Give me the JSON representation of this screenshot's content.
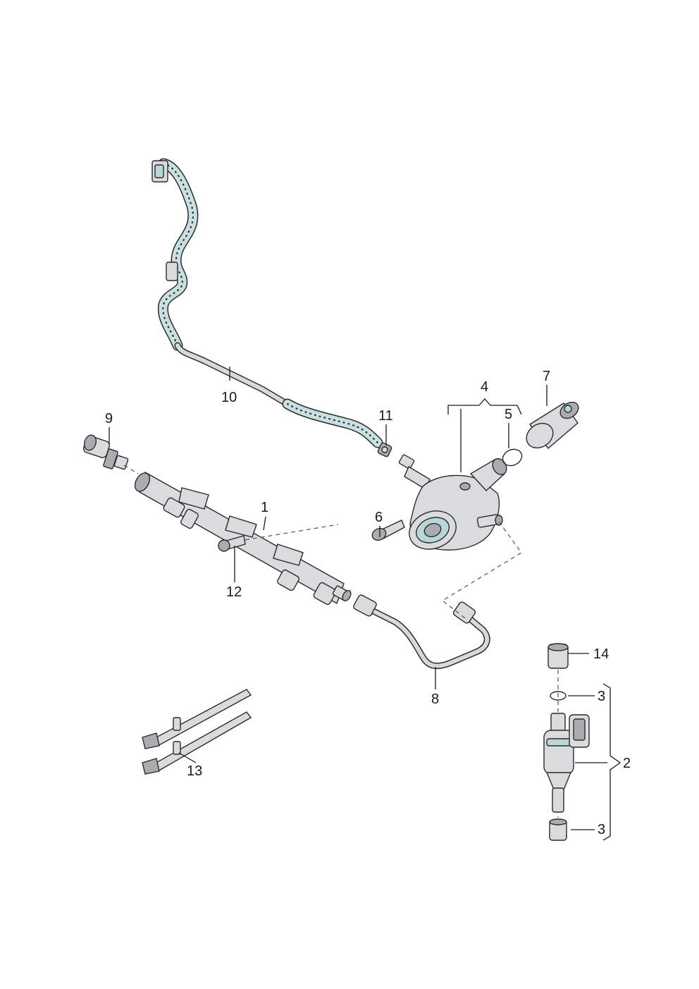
{
  "callouts": {
    "c1": "1",
    "c2": "2",
    "c3a": "3",
    "c3b": "3",
    "c4": "4",
    "c5": "5",
    "c6": "6",
    "c7": "7",
    "c8": "8",
    "c9": "9",
    "c10": "10",
    "c11": "11",
    "c12": "12",
    "c13": "13",
    "c14": "14"
  },
  "colors": {
    "line": "#2b2b2b",
    "metal": "#d9dbdd",
    "accent": "#b9d7da",
    "background": "#ffffff"
  }
}
